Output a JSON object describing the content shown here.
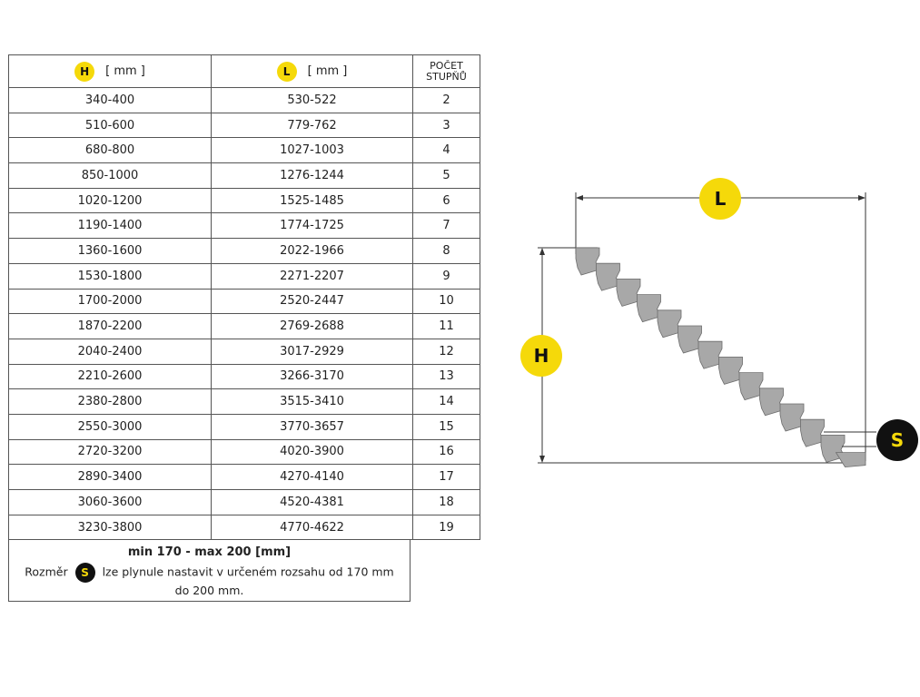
{
  "table": {
    "header": {
      "h_badge": "H",
      "h_unit": "[ mm ]",
      "l_badge": "L",
      "l_unit": "[ mm ]",
      "count_line1": "POČET",
      "count_line2": "STUPŇŮ"
    },
    "rows": [
      {
        "h": "340-400",
        "l": "530-522",
        "n": "2"
      },
      {
        "h": "510-600",
        "l": "779-762",
        "n": "3"
      },
      {
        "h": "680-800",
        "l": "1027-1003",
        "n": "4"
      },
      {
        "h": "850-1000",
        "l": "1276-1244",
        "n": "5"
      },
      {
        "h": "1020-1200",
        "l": "1525-1485",
        "n": "6"
      },
      {
        "h": "1190-1400",
        "l": "1774-1725",
        "n": "7"
      },
      {
        "h": "1360-1600",
        "l": "2022-1966",
        "n": "8"
      },
      {
        "h": "1530-1800",
        "l": "2271-2207",
        "n": "9"
      },
      {
        "h": "1700-2000",
        "l": "2520-2447",
        "n": "10"
      },
      {
        "h": "1870-2200",
        "l": "2769-2688",
        "n": "11"
      },
      {
        "h": "2040-2400",
        "l": "3017-2929",
        "n": "12"
      },
      {
        "h": "2210-2600",
        "l": "3266-3170",
        "n": "13"
      },
      {
        "h": "2380-2800",
        "l": "3515-3410",
        "n": "14"
      },
      {
        "h": "2550-3000",
        "l": "3770-3657",
        "n": "15"
      },
      {
        "h": "2720-3200",
        "l": "4020-3900",
        "n": "16"
      },
      {
        "h": "2890-3400",
        "l": "4270-4140",
        "n": "17"
      },
      {
        "h": "3060-3600",
        "l": "4520-4381",
        "n": "18"
      },
      {
        "h": "3230-3800",
        "l": "4770-4622",
        "n": "19"
      }
    ]
  },
  "note": {
    "title": "min 170 - max 200 [mm]",
    "prefix": "Rozměr",
    "badge": "S",
    "text": "lze plynule nastavit v určeném rozsahu od 170 mm do 200 mm."
  },
  "diagram": {
    "label_l": "L",
    "label_h": "H",
    "label_s": "S",
    "step_count": 13
  },
  "colors": {
    "accent_yellow": "#f5d90a",
    "step_gray": "#a8a8a8",
    "s_badge_bg": "#111111"
  }
}
